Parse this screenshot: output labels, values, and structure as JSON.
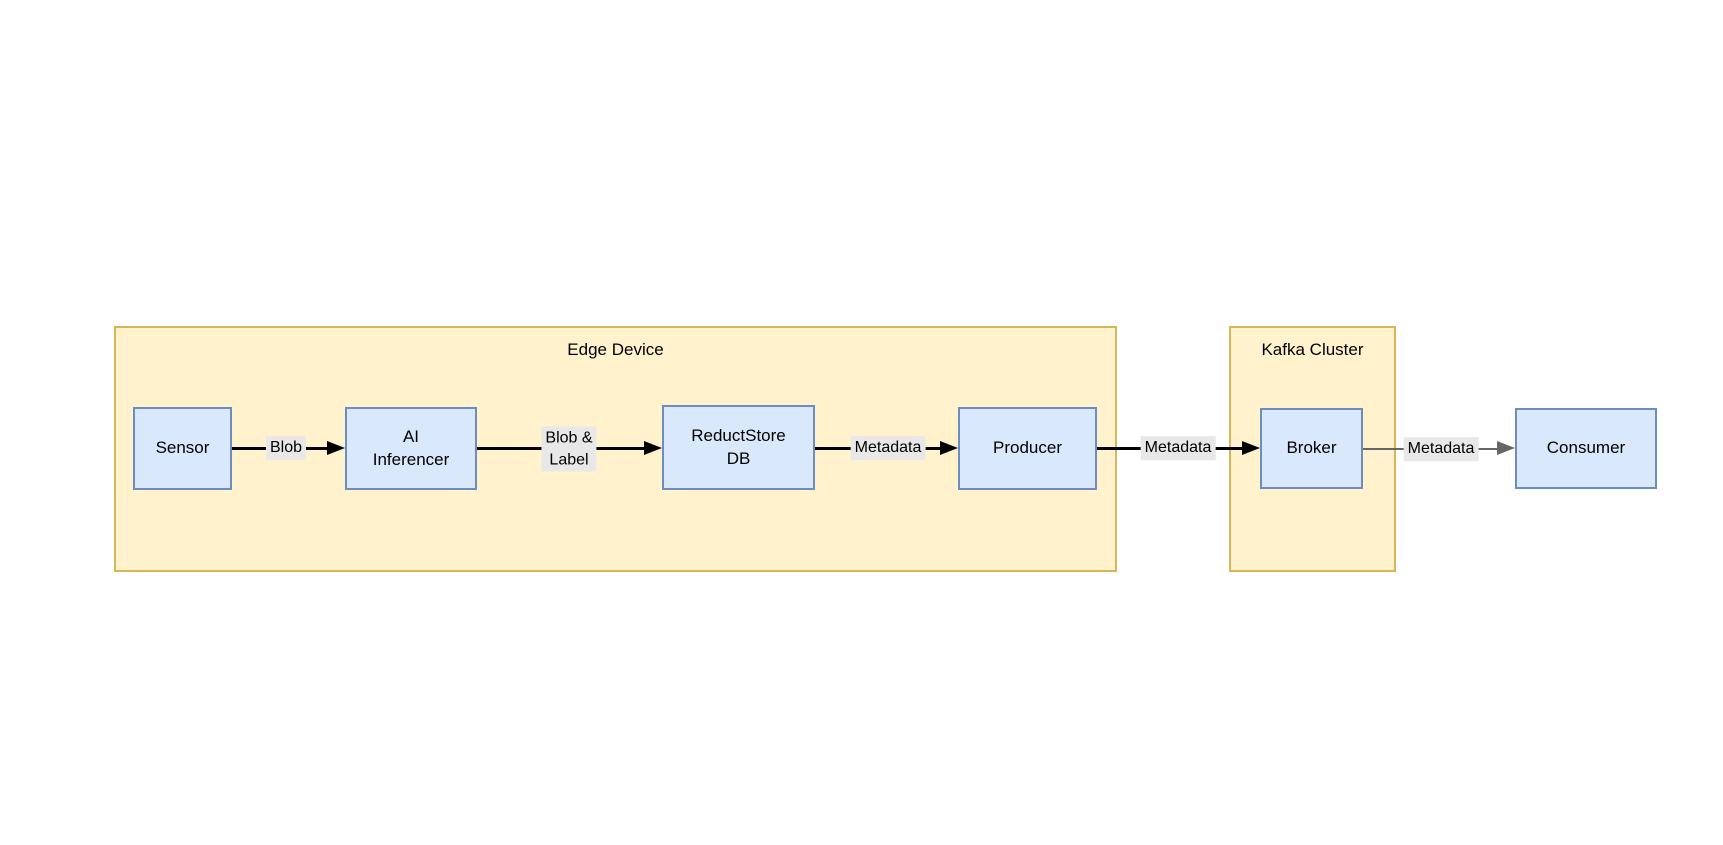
{
  "colors": {
    "canvas_bg": "#FFFFFF",
    "container_fill": "#FFF2CC",
    "container_border": "#D6B656",
    "node_fill": "#DAE8FC",
    "node_border": "#6C8EBF",
    "edge_black": "#000000",
    "edge_gray": "#666666",
    "label_bg": "#E8E8E8",
    "text": "#000000"
  },
  "containers": [
    {
      "title": "Edge Device"
    },
    {
      "title": "Kafka Cluster"
    }
  ],
  "nodes": [
    {
      "label": "Sensor"
    },
    {
      "label": "AI\nInferencer"
    },
    {
      "label": "ReductStore\nDB"
    },
    {
      "label": "Producer"
    },
    {
      "label": "Broker"
    },
    {
      "label": "Consumer"
    }
  ],
  "edges": [
    {
      "from": "Sensor",
      "to": "AI Inferencer",
      "label": "Blob",
      "color": "black"
    },
    {
      "from": "AI Inferencer",
      "to": "ReductStore DB",
      "label": "Blob &\nLabel",
      "color": "black"
    },
    {
      "from": "ReductStore DB",
      "to": "Producer",
      "label": "Metadata",
      "color": "black"
    },
    {
      "from": "Producer",
      "to": "Broker",
      "label": "Metadata",
      "color": "black"
    },
    {
      "from": "Broker",
      "to": "Consumer",
      "label": "Metadata",
      "color": "gray"
    }
  ]
}
